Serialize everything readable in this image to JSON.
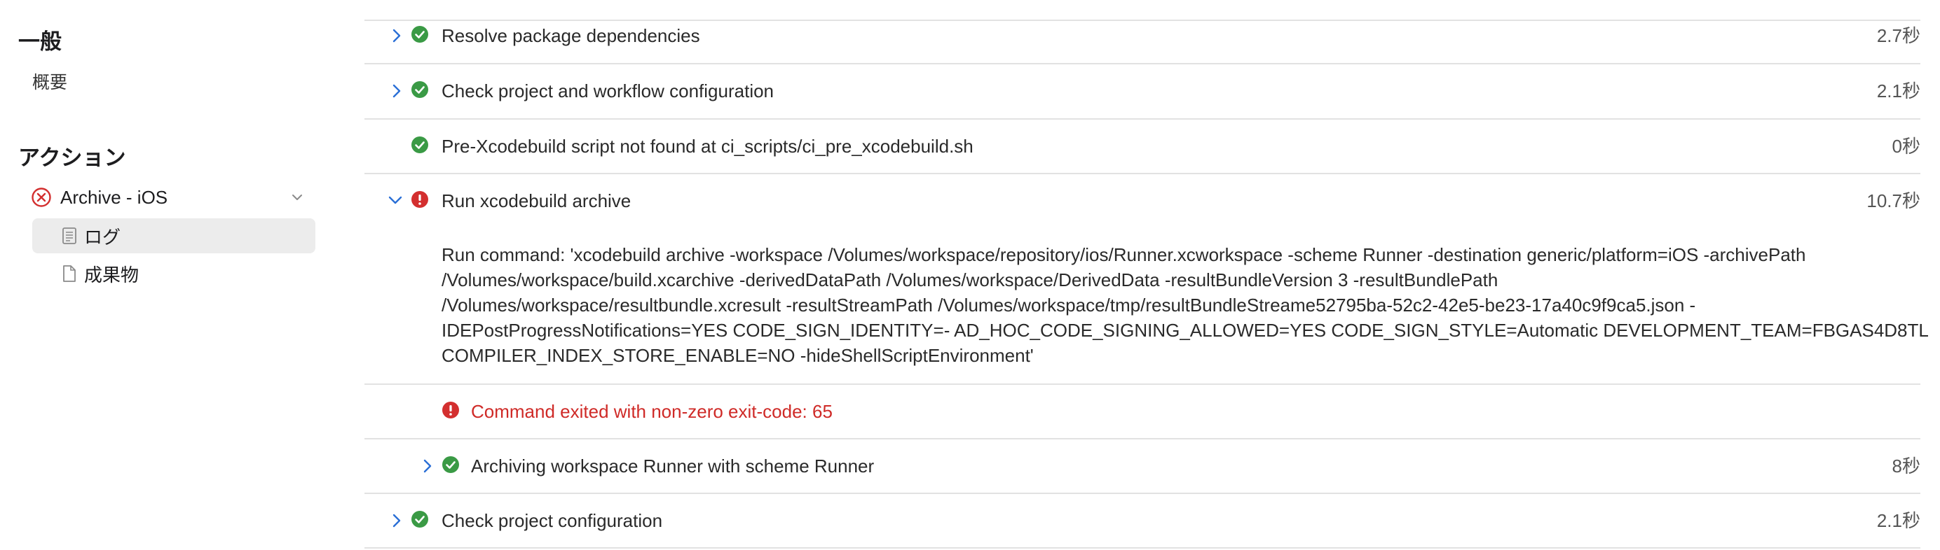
{
  "sidebar": {
    "general_title": "一般",
    "overview_label": "概要",
    "actions_title": "アクション",
    "action_name": "Archive - iOS",
    "log_label": "ログ",
    "artifacts_label": "成果物"
  },
  "colors": {
    "success": "#3a9a45",
    "error": "#d32f2f",
    "chevron": "#2a6fd6",
    "selected_bg": "#ececec"
  },
  "log": {
    "steps": [
      {
        "label": "Resolve package dependencies",
        "duration": "2.7秒",
        "status": "success",
        "expandable": true
      },
      {
        "label": "Check project and workflow configuration",
        "duration": "2.1秒",
        "status": "success",
        "expandable": true
      },
      {
        "label": "Pre-Xcodebuild script not found at ci_scripts/ci_pre_xcodebuild.sh",
        "duration": "0秒",
        "status": "success",
        "expandable": false
      },
      {
        "label": "Run xcodebuild archive",
        "duration": "10.7秒",
        "status": "error",
        "expandable": true,
        "expanded": true
      },
      {
        "label": "Archiving workspace Runner with scheme Runner",
        "duration": "8秒",
        "status": "success",
        "expandable": true
      },
      {
        "label": "Check project configuration",
        "duration": "2.1秒",
        "status": "success",
        "expandable": true
      }
    ],
    "command_lines": [
      "Run command: 'xcodebuild archive -workspace /Volumes/workspace/repository/ios/Runner.xcworkspace -scheme Runner -destination generic/platform=iOS -archivePath",
      "/Volumes/workspace/build.xcarchive -derivedDataPath /Volumes/workspace/DerivedData -resultBundleVersion 3 -resultBundlePath",
      "/Volumes/workspace/resultbundle.xcresult -resultStreamPath /Volumes/workspace/tmp/resultBundleStreame52795ba-52c2-42e5-be23-17a40c9f9ca5.json -",
      "IDEPostProgressNotifications=YES CODE_SIGN_IDENTITY=- AD_HOC_CODE_SIGNING_ALLOWED=YES CODE_SIGN_STYLE=Automatic DEVELOPMENT_TEAM=FBGAS4D8TL",
      "COMPILER_INDEX_STORE_ENABLE=NO -hideShellScriptEnvironment'"
    ],
    "error_message": "Command exited with non-zero exit-code: 65"
  }
}
